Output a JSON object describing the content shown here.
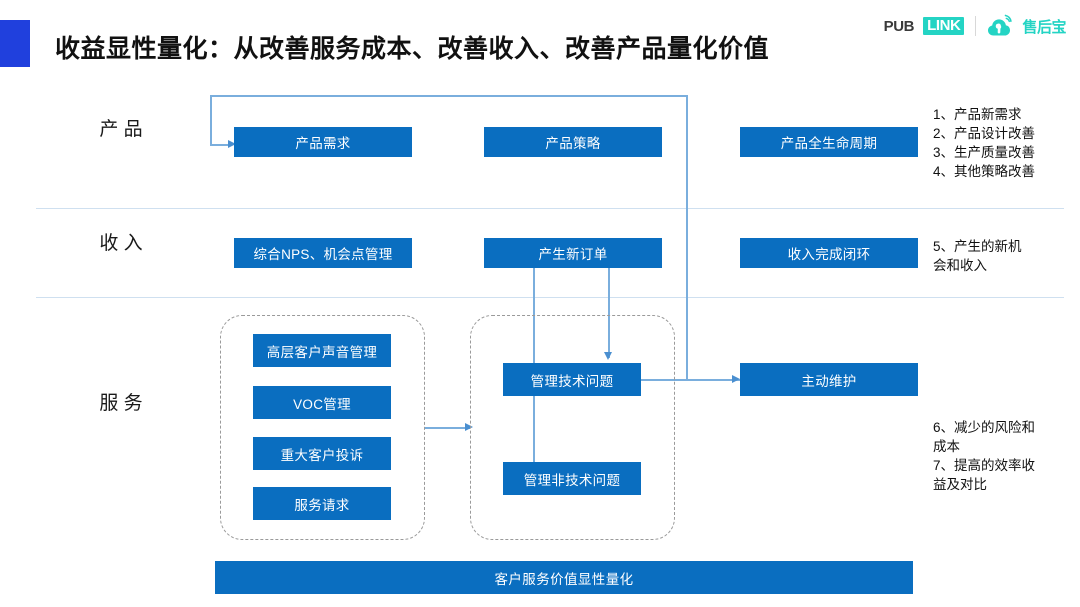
{
  "header": {
    "title": "收益显性量化：从改善服务成本、改善收入、改善产品量化价值",
    "accent_color": "#2040dd",
    "logo": {
      "pub_text": "PUB",
      "link_text": "LINK",
      "brand_cn": "售后宝",
      "cloud_icon_name": "cloud-wrench-icon",
      "brand_color": "#24d4c4"
    }
  },
  "theme": {
    "box_blue": "#0a6ec0",
    "connector_blue": "#7aaedd",
    "arrow_blue": "#4a8fd0",
    "divider_blue": "#cfe0f0",
    "dash_gray": "#9a9a9a"
  },
  "rows": [
    {
      "id": "product",
      "label": "产 品"
    },
    {
      "id": "revenue",
      "label": "收 入"
    },
    {
      "id": "service",
      "label": "服 务"
    }
  ],
  "boxes": {
    "product_demand": "产品需求",
    "product_strategy": "产品策略",
    "product_lifecycle": "产品全生命周期",
    "nps_opportunity": "综合NPS、机会点管理",
    "new_order": "产生新订单",
    "revenue_closed_loop": "收入完成闭环",
    "exec_voice": "高层客户声音管理",
    "voc": "VOC管理",
    "major_complaint": "重大客户投诉",
    "service_request": "服务请求",
    "tech_issue": "管理技术问题",
    "nontech_issue": "管理非技术问题",
    "proactive_maintenance": "主动维护"
  },
  "notes": {
    "product": "1、产品新需求\n2、产品设计改善\n3、生产质量改善\n4、其他策略改善",
    "revenue": "5、产生的新机\n会和收入",
    "service": "6、减少的风险和\n成本\n7、提高的效率收\n益及对比"
  },
  "bottom_bar": {
    "label": "客户服务价值显性量化"
  }
}
